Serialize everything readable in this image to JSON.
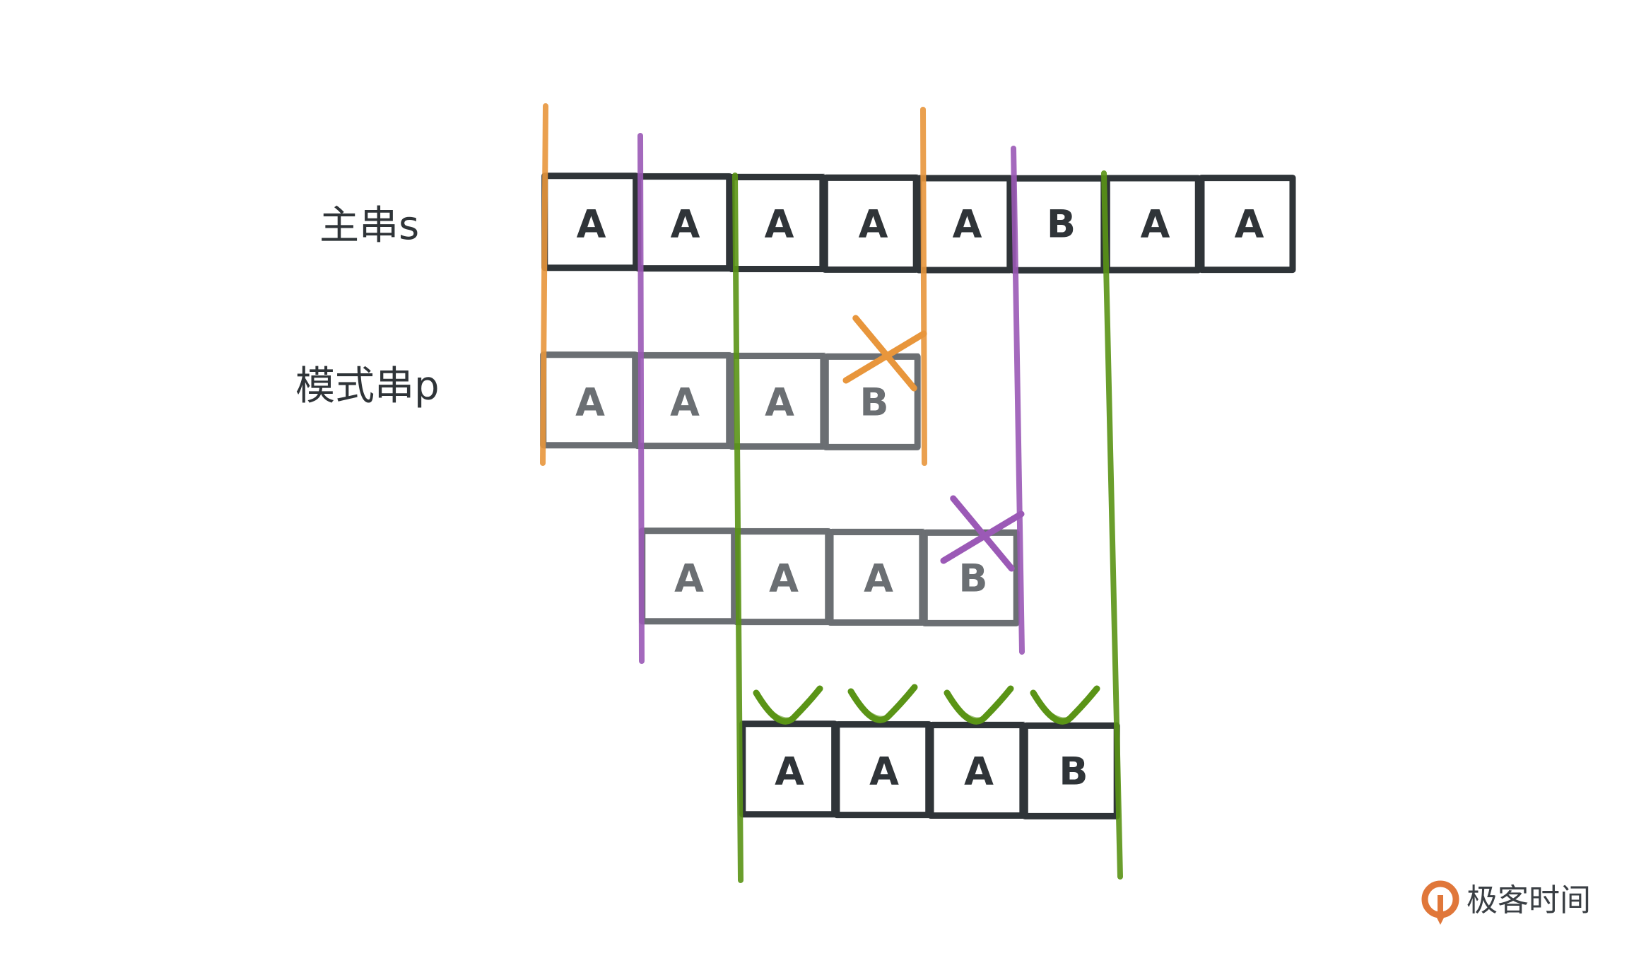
{
  "labels": {
    "main_string": "主串s",
    "pattern_string": "模式串p"
  },
  "main_row": {
    "chars": [
      "A",
      "A",
      "A",
      "A",
      "A",
      "B",
      "A",
      "A"
    ],
    "stroke": "#2f3438",
    "text_color": "#2f3438"
  },
  "attempts": [
    {
      "chars": [
        "A",
        "A",
        "A",
        "B"
      ],
      "stroke": "#6b6f73",
      "text_color": "#6b6f73",
      "mark_color": "#e8963c",
      "result": "mismatch"
    },
    {
      "chars": [
        "A",
        "A",
        "A",
        "B"
      ],
      "stroke": "#6b6f73",
      "text_color": "#6b6f73",
      "mark_color": "#9b59b6",
      "result": "mismatch"
    },
    {
      "chars": [
        "A",
        "A",
        "A",
        "B"
      ],
      "stroke": "#2f3438",
      "text_color": "#2f3438",
      "mark_color": "#5a9416",
      "result": "match"
    }
  ],
  "colors": {
    "orange": "#e8963c",
    "purple": "#9b59b6",
    "green": "#5a9416"
  },
  "logo": {
    "text": "极客时间",
    "color": "#e0773a"
  }
}
